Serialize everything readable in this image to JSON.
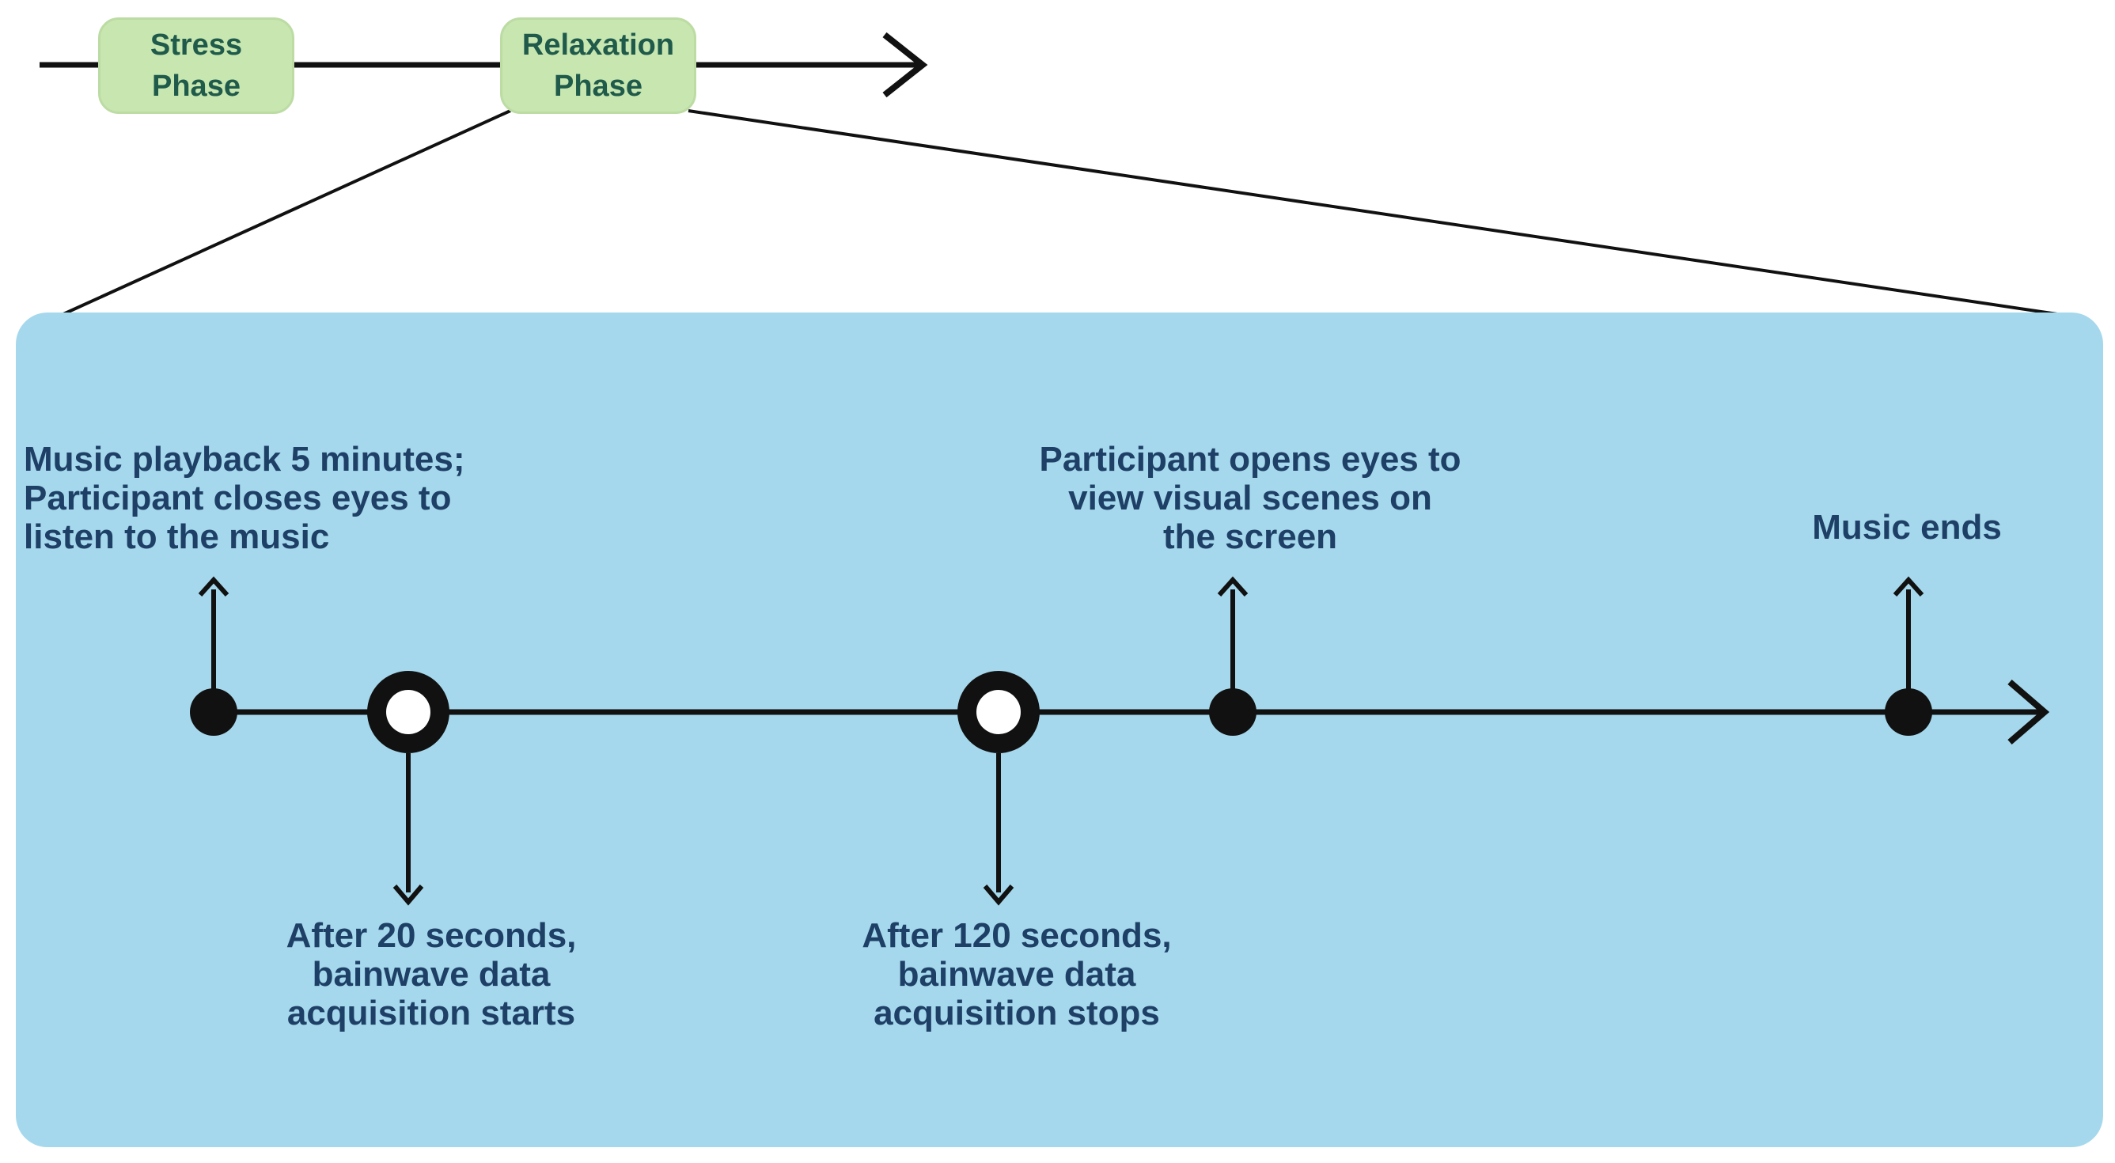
{
  "phases": {
    "stress": "Stress\nPhase",
    "relaxation": "Relaxation\nPhase"
  },
  "events": {
    "music_start": "Music playback 5 minutes;\nParticipant closes eyes to\nlisten to the music",
    "eyes_open": "Participant opens eyes to\nview visual scenes on\nthe screen",
    "music_ends": "Music ends",
    "acq_start": "After 20 seconds,\nbainwave data\nacquisition starts",
    "acq_stop": "After 120 seconds,\nbainwave data\nacquisition stops"
  },
  "colors": {
    "phase_fill": "#c7e6b0",
    "phase_text": "#1f5a4a",
    "panel_fill": "#a5d8ec",
    "label_text": "#1e3f66",
    "line": "#111111"
  }
}
